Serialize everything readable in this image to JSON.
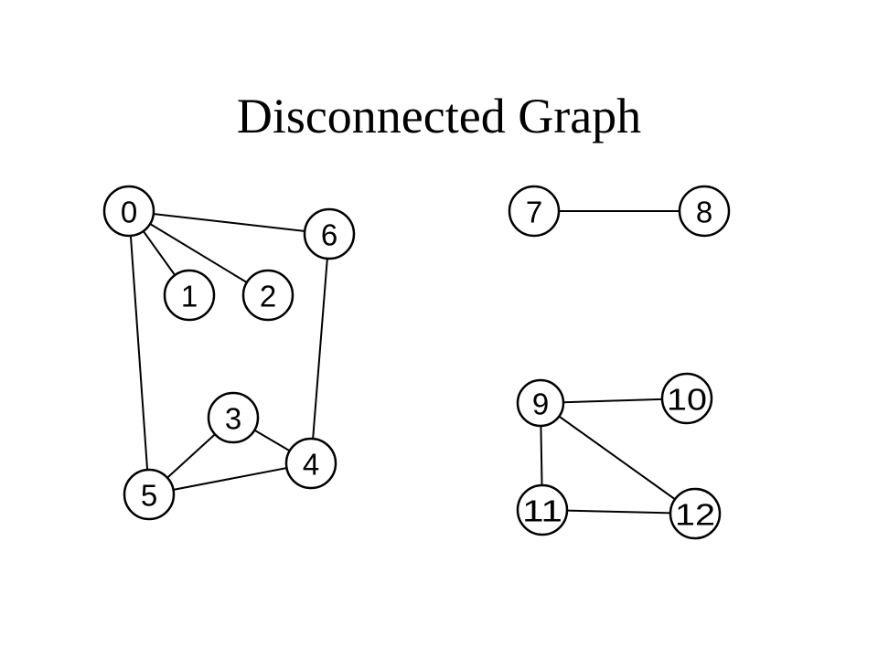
{
  "title": "Disconnected Graph",
  "colors": {
    "background": "#ffffff",
    "stroke": "#000000",
    "text": "#000000"
  },
  "graph": {
    "nodes": [
      {
        "id": "0",
        "label": "0"
      },
      {
        "id": "1",
        "label": "1"
      },
      {
        "id": "2",
        "label": "2"
      },
      {
        "id": "3",
        "label": "3"
      },
      {
        "id": "4",
        "label": "4"
      },
      {
        "id": "5",
        "label": "5"
      },
      {
        "id": "6",
        "label": "6"
      },
      {
        "id": "7",
        "label": "7"
      },
      {
        "id": "8",
        "label": "8"
      },
      {
        "id": "9",
        "label": "9"
      },
      {
        "id": "10",
        "label": "10"
      },
      {
        "id": "11",
        "label": "11"
      },
      {
        "id": "12",
        "label": "12"
      }
    ],
    "edges": [
      [
        "0",
        "1"
      ],
      [
        "0",
        "2"
      ],
      [
        "0",
        "6"
      ],
      [
        "0",
        "5"
      ],
      [
        "6",
        "4"
      ],
      [
        "3",
        "4"
      ],
      [
        "3",
        "5"
      ],
      [
        "5",
        "4"
      ],
      [
        "7",
        "8"
      ],
      [
        "9",
        "10"
      ],
      [
        "9",
        "11"
      ],
      [
        "9",
        "12"
      ],
      [
        "11",
        "12"
      ]
    ]
  }
}
